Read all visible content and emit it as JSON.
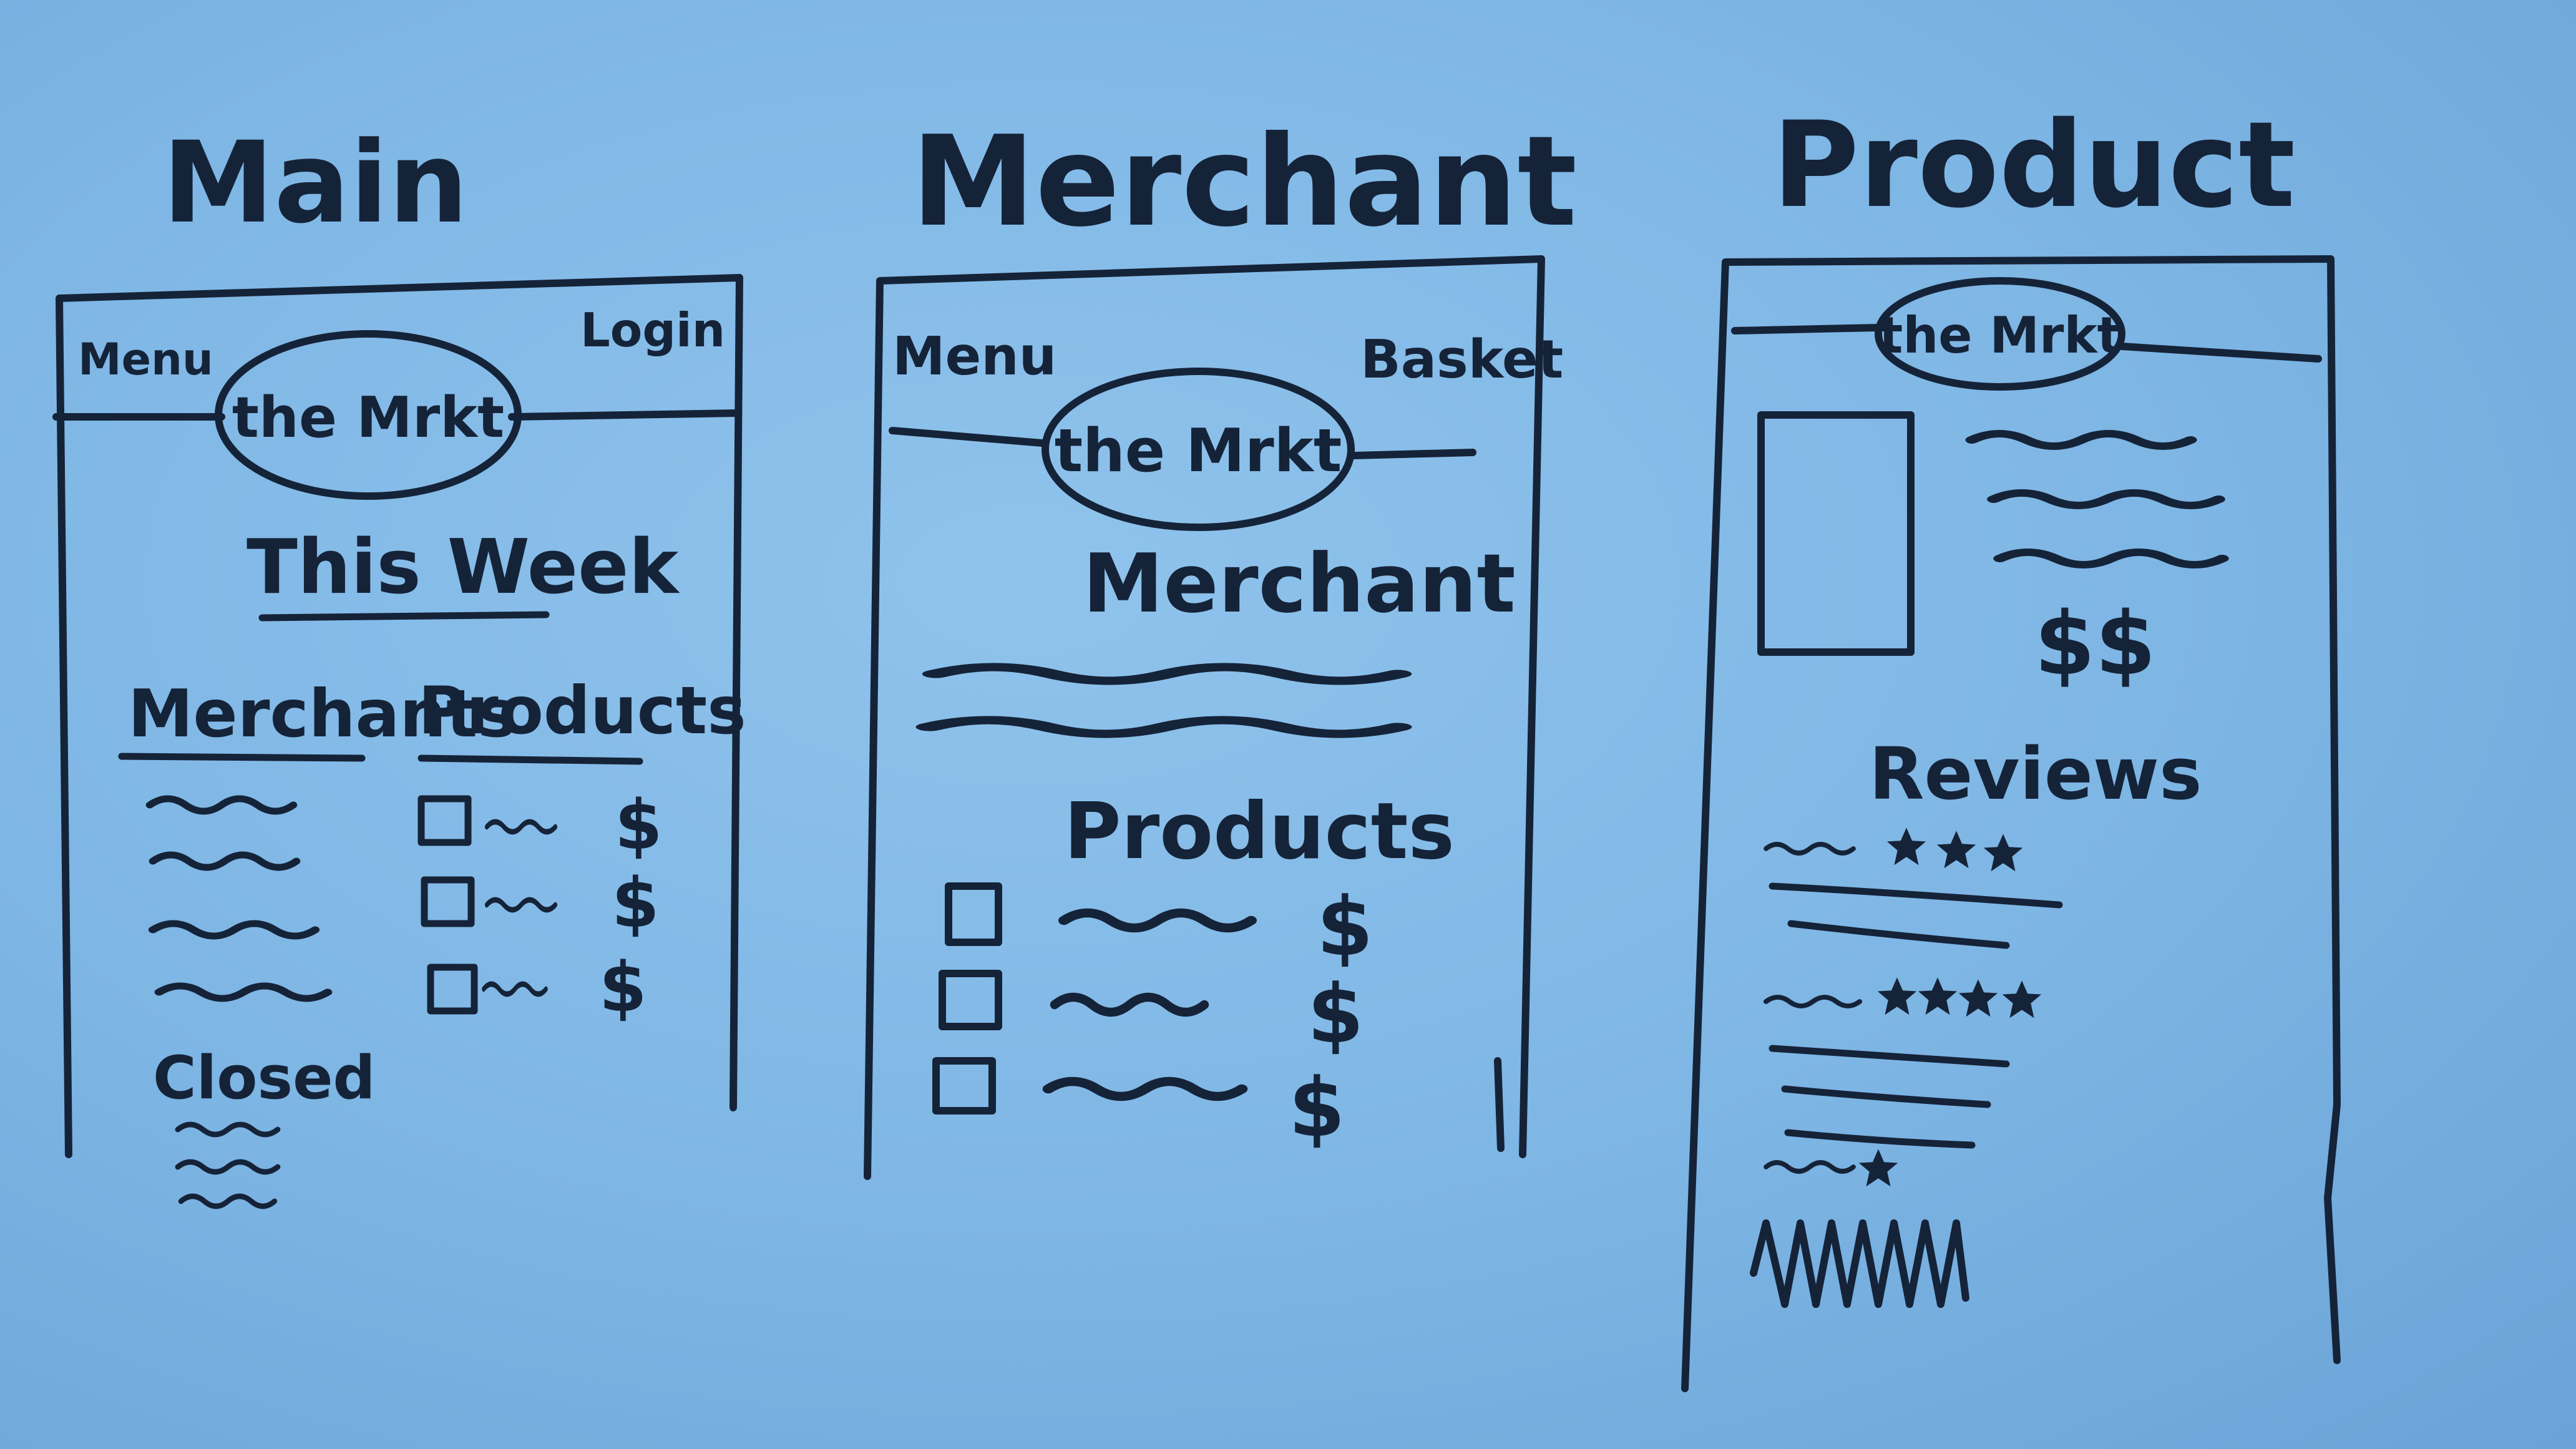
{
  "colors": {
    "board": "#7db5e4",
    "ink": "#152338"
  },
  "main": {
    "title": "Main",
    "menu": "Menu",
    "login": "Login",
    "logo": "the Mrkt",
    "this_week": "This Week",
    "merchants_heading": "Merchants",
    "products_heading": "Products",
    "price_symbol": "$",
    "closed": "Closed"
  },
  "merchant": {
    "title": "Merchant",
    "menu": "Menu",
    "basket": "Basket",
    "logo": "the Mrkt",
    "heading": "Merchant",
    "products_heading": "Products",
    "price_symbol": "$"
  },
  "product": {
    "title": "Product",
    "logo": "the Mrkt",
    "price": "$$",
    "reviews_heading": "Reviews",
    "star_icons": [
      "star-icon",
      "star-icon",
      "star-icon"
    ]
  }
}
